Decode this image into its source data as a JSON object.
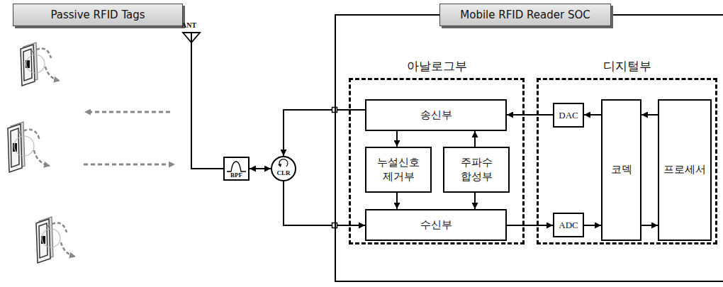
{
  "diagram": {
    "nodes": [
      {
        "text": [
          "Passive RFID Tags"
        ]
      },
      {
        "text": [
          "Mobile RFID Reader SOC"
        ]
      },
      {
        "text": [
          "아날로그부"
        ],
        "in": 1
      },
      {
        "text": [
          "디지털부"
        ],
        "in": 1
      },
      {
        "text": [
          "송신부"
        ],
        "in": 2
      },
      {
        "text": [
          "누설신호 제거부"
        ],
        "in": 2
      },
      {
        "text": [
          "주파수 합성부"
        ],
        "in": 2
      },
      {
        "text": [
          "수신부"
        ],
        "in": 2
      },
      {
        "text": [
          "DAC"
        ],
        "in": 3
      },
      {
        "text": [
          "코덱"
        ],
        "in": 3
      },
      {
        "text": [
          "프로세서"
        ],
        "in": 3
      },
      {
        "text": [
          "ADC"
        ],
        "in": 3
      },
      {
        "text": [
          "BPF"
        ]
      },
      {
        "text": [
          "CLR"
        ]
      }
    ],
    "edges": [
      {
        "from": 8,
        "to": 4,
        "arrow": "to"
      },
      {
        "from": 9,
        "to": 8,
        "arrow": "to"
      },
      {
        "from": 10,
        "to": 9,
        "arrow": "to"
      },
      {
        "from": 9,
        "to": 10,
        "arrow": "to"
      },
      {
        "from": 11,
        "to": 9,
        "arrow": "to"
      },
      {
        "from": 7,
        "to": 11,
        "arrow": "to"
      },
      {
        "from": 4,
        "to": 5,
        "arrow": "to"
      },
      {
        "from": 5,
        "to": 7,
        "arrow": "to"
      },
      {
        "from": 6,
        "to": 4,
        "arrow": "to"
      },
      {
        "from": 6,
        "to": 7,
        "arrow": "to"
      },
      {
        "from": 4,
        "to": 13,
        "arrow": "to"
      },
      {
        "from": 13,
        "to": 7,
        "arrow": "to"
      },
      {
        "from": 12,
        "to": 13,
        "arrow": "both"
      }
    ],
    "labels": [
      "ANT"
    ]
  }
}
